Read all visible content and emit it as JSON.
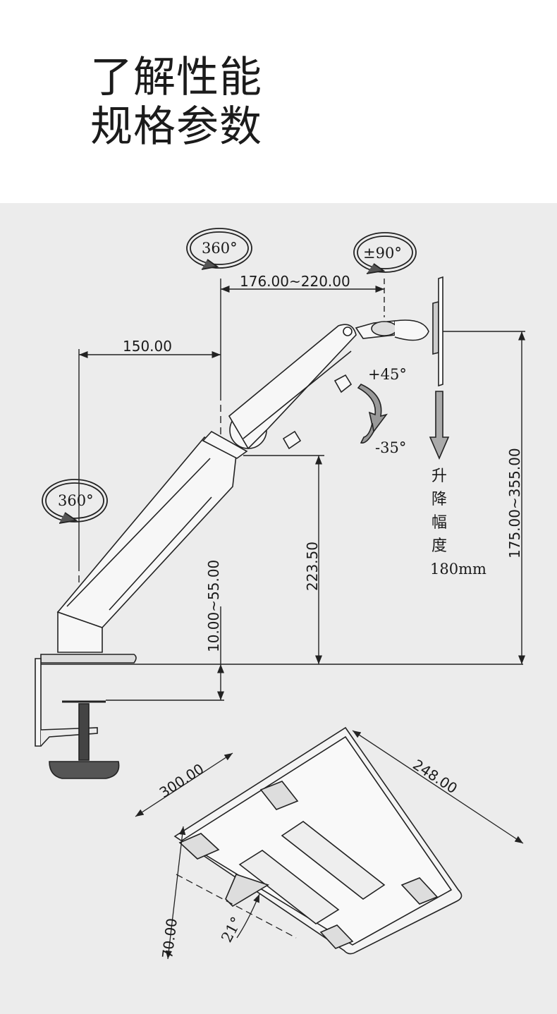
{
  "header": {
    "title_line1": "了解性能",
    "title_line2": "规格参数"
  },
  "diagram": {
    "rot_base": "360°",
    "rot_top": "360°",
    "rot_head": "±90°",
    "dim_arm_reach": "176.00~220.00",
    "dim_base_offset": "150.00",
    "tilt_up": "+45°",
    "tilt_down": "-35°",
    "lift_label_chars": [
      "升",
      "降",
      "幅",
      "度"
    ],
    "lift_value": "180mm",
    "dim_height_range": "175.00~355.00",
    "dim_pole_height": "223.50",
    "dim_clamp_range": "10.00~55.00",
    "tray_width": "300.00",
    "tray_depth": "248.00",
    "tray_height": "70.00",
    "tray_angle": "21°"
  }
}
